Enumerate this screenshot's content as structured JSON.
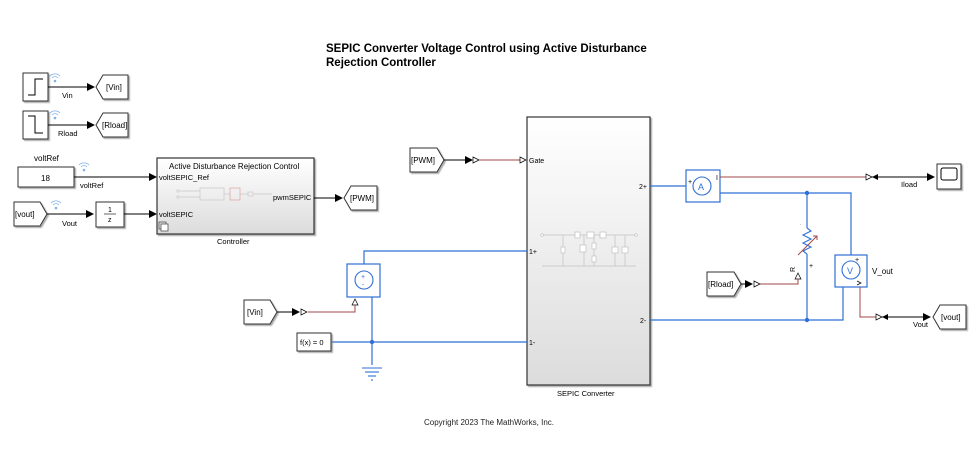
{
  "title": "SEPIC Converter Voltage Control using Active Disturbance Rejection Controller",
  "copyright": "Copyright 2023 The MathWorks, Inc.",
  "colors": {
    "physical_wire": "#2f6fd6",
    "ps_signal_wire": "#a04848",
    "signal_wire": "#000000",
    "block_border": "#333333",
    "physical_block_border": "#2f6fd6"
  },
  "blocks": {
    "vin_step": {
      "signal_label": "Vin",
      "icon": "step-up-icon"
    },
    "rload_step": {
      "signal_label": "Rload",
      "icon": "step-down-icon"
    },
    "goto_vin": {
      "label": "[Vin]"
    },
    "goto_rload": {
      "label": "[Rload]"
    },
    "voltref_const": {
      "name": "voltRef",
      "value": "18",
      "signal_label": "voltRef"
    },
    "from_vout": {
      "label": "[vout]",
      "signal_label": "Vout"
    },
    "unit_delay": {
      "num": "1",
      "den": "z"
    },
    "controller": {
      "name": "Controller",
      "header": "Active Disturbance Rejection Control",
      "inputs": [
        "voltSEPIC_Ref",
        "voltSEPIC"
      ],
      "outputs": [
        "pwmSEPIC"
      ]
    },
    "goto_pwm": {
      "label": "[PWM]"
    },
    "from_pwm": {
      "label": "[PWM]"
    },
    "sepic": {
      "name": "SEPIC Converter",
      "ports": {
        "gate": "Gate",
        "p1_pos": "1+",
        "p1_neg": "1-",
        "p2_pos": "2+",
        "p2_neg": "2-"
      }
    },
    "from_vin": {
      "label": "[Vin]"
    },
    "solver": {
      "label": "f(x) = 0"
    },
    "ammeter": {
      "glyph": "A",
      "plus": "+",
      "out": "I"
    },
    "scope": {
      "signal_label": "Iload"
    },
    "from_rload": {
      "label": "[Rload]"
    },
    "resistor": {
      "port_label": "R",
      "plus": "+"
    },
    "voltmeter": {
      "name": "V_out",
      "glyph": "V",
      "plus": "+"
    },
    "goto_vout": {
      "label": "[vout]",
      "signal_label": "Vout"
    },
    "voltage_source": {
      "plus": "+",
      "minus": "-"
    }
  }
}
